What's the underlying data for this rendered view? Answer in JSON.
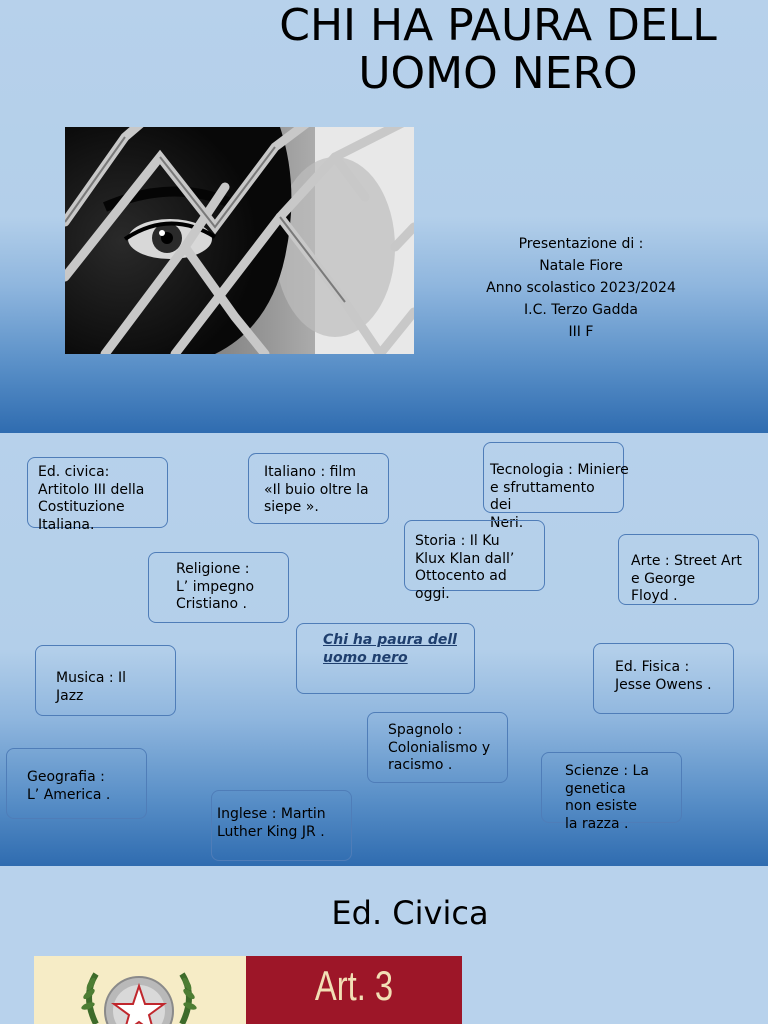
{
  "slide1": {
    "title_line1": "CHI HA PAURA DELL",
    "title_line2": "UOMO NERO",
    "credits": [
      "Presentazione di :",
      "Natale Fiore",
      "Anno scolastico 2023/2024",
      "I.C. Terzo Gadda",
      "III F"
    ]
  },
  "slide2": {
    "boxes": [
      {
        "lines": [
          "Ed. civica:",
          "Artitolo III della",
          "Costituzione",
          "Italiana."
        ]
      },
      {
        "lines": [
          "Italiano :  film",
          "«Il buio oltre la",
          "siepe »."
        ]
      },
      {
        "lines": [
          "Tecnologia : Miniere",
          "e sfruttamento dei",
          "Neri."
        ]
      },
      {
        "lines": [
          "Storia : Il Ku",
          "Klux Klan dall’",
          "Ottocento ad",
          "oggi."
        ]
      },
      {
        "lines": [
          "Arte : Street Art",
          "e George",
          "Floyd ."
        ]
      },
      {
        "lines": [
          "Religione :",
          "L’ impegno",
          "Cristiano ."
        ]
      },
      {
        "lines": [
          "Chi ha paura dell",
          "uomo nero"
        ]
      },
      {
        "lines": [
          "Musica : Il",
          "Jazz"
        ]
      },
      {
        "lines": [
          "Ed. Fisica :",
          "Jesse Owens ."
        ]
      },
      {
        "lines": [
          "Spagnolo :",
          "Colonialismo y",
          "racismo ."
        ]
      },
      {
        "lines": [
          "Geografia :",
          "L’ America ."
        ]
      },
      {
        "lines": [
          "Scienze : La",
          "genetica",
          "non esiste",
          "la razza ."
        ]
      },
      {
        "lines": [
          "Inglese : Martin",
          "Luther King JR ."
        ]
      }
    ]
  },
  "slide3": {
    "title": "Ed. Civica",
    "art_label": "Art. 3"
  },
  "colors": {
    "slide_top": "#b7d1eb",
    "slide_bottom": "#2f6cb0",
    "box_border": "#4f7db8",
    "center_link": "#1f3f6e",
    "art_red": "#9d1628",
    "art_cream": "#f6ecc6"
  }
}
